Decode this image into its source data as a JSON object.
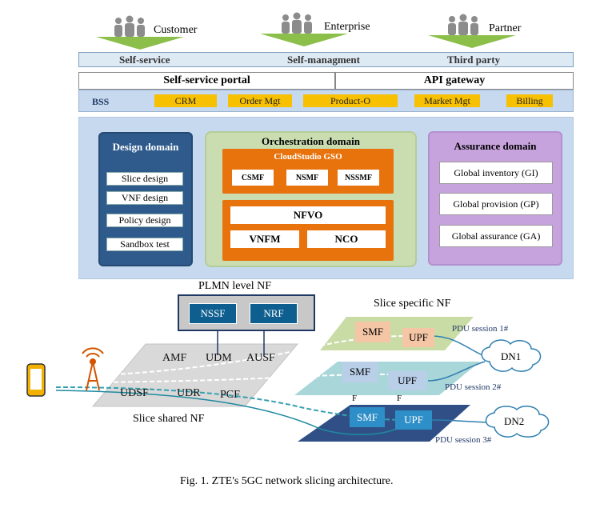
{
  "personas": [
    {
      "label": "Customer"
    },
    {
      "label": "Enterprise"
    },
    {
      "label": "Partner"
    }
  ],
  "service_bar": {
    "items": [
      "Self-service",
      "Self-managment",
      "Third party"
    ]
  },
  "portal_bar": {
    "left": "Self-service portal",
    "right": "API gateway"
  },
  "bss": {
    "label": "BSS",
    "items": [
      "CRM",
      "Order Mgt",
      "Product-O",
      "Market Mgt",
      "Billing"
    ]
  },
  "design_domain": {
    "title": "Design domain",
    "items": [
      "Slice design",
      "VNF design",
      "Policy design",
      "Sandbox test"
    ]
  },
  "orchestration_domain": {
    "title": "Orchestration domain",
    "gso_title": "CloudStudio GSO",
    "gso_items": [
      "CSMF",
      "NSMF",
      "NSSMF"
    ],
    "nfvo": "NFVO",
    "vnfm": "VNFM",
    "nco": "NCO"
  },
  "assurance_domain": {
    "title": "Assurance domain",
    "items": [
      "Global inventory (GI)",
      "Global provision (GP)",
      "Global assurance (GA)"
    ]
  },
  "plmn": {
    "title": "PLMN level NF",
    "items": [
      "NSSF",
      "NRF"
    ]
  },
  "slice_specific": {
    "title": "Slice specific NF"
  },
  "slice_shared": {
    "title": "Slice shared NF",
    "top": [
      "AMF",
      "UDM",
      "AUSF"
    ],
    "bottom": [
      "UDSF",
      "UDR",
      "PCF"
    ]
  },
  "slices": [
    {
      "smf": "SMF",
      "upf": "UPF",
      "session": "PDU session 1#"
    },
    {
      "smf": "SMF",
      "upf": "UPF",
      "session": "PDU session 2#"
    },
    {
      "smf": "SMF",
      "upf": "UPF",
      "session": "PDU session 3#"
    }
  ],
  "dn": [
    "DN1",
    "DN2"
  ],
  "f_marks": [
    "F",
    "F"
  ],
  "caption": "Fig. 1. ZTE's 5GC network slicing architecture.",
  "colors": {
    "slice1": "#c9dca6",
    "slice2": "#a9d6d9",
    "slice3": "#2f4f86",
    "shared": "#d9d9d9",
    "bss_item": "#f7c000",
    "orange": "#e8720c"
  }
}
